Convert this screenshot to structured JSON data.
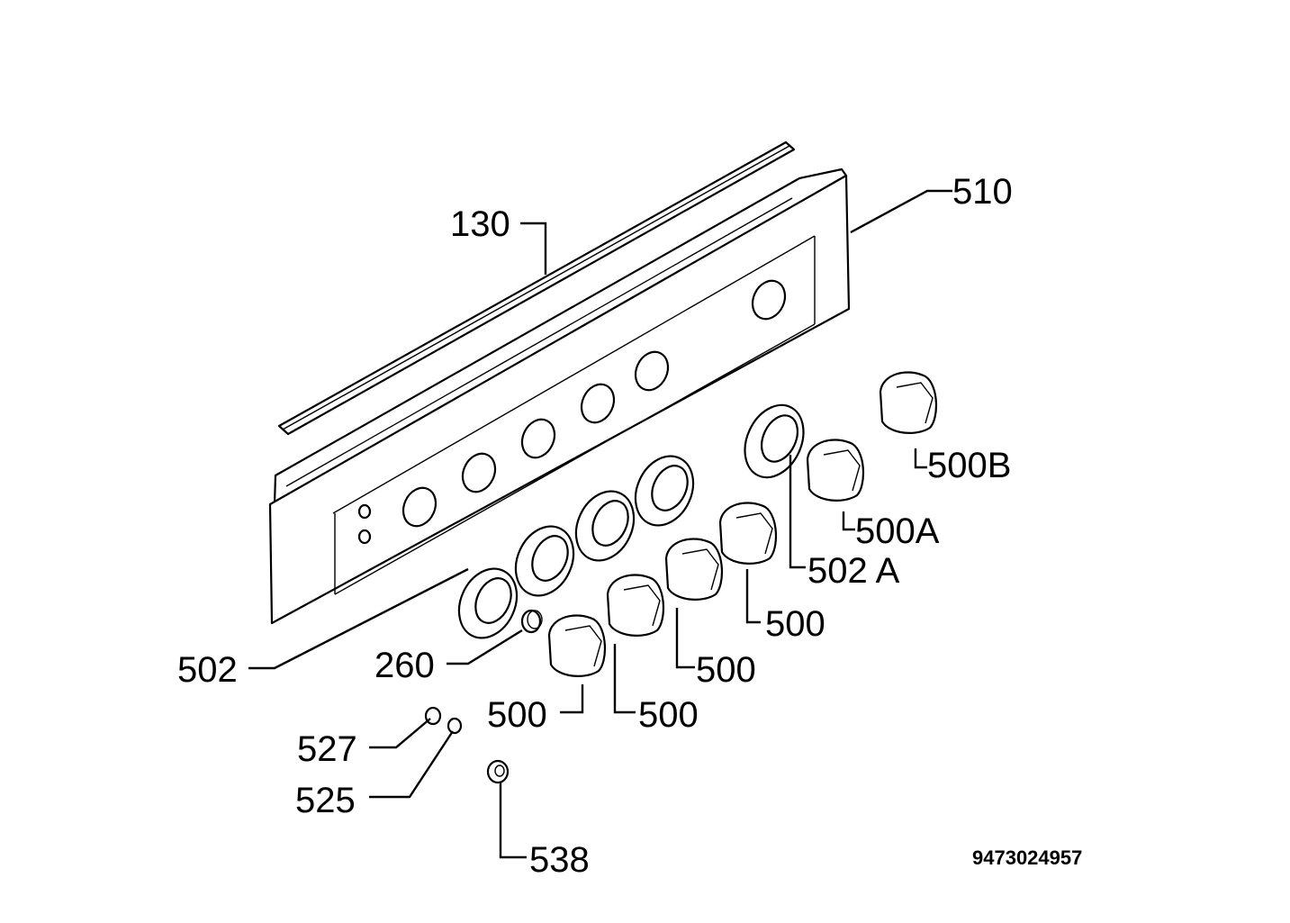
{
  "labels": {
    "l130": "130",
    "l510": "510",
    "l500B": "500B",
    "l500A": "500A",
    "l502A": "502 A",
    "l500_1": "500",
    "l500_2": "500",
    "l500_3": "500",
    "l500_4": "500",
    "l502": "502",
    "l260": "260",
    "l527": "527",
    "l525": "525",
    "l538": "538"
  },
  "doc_number": "9473024957"
}
